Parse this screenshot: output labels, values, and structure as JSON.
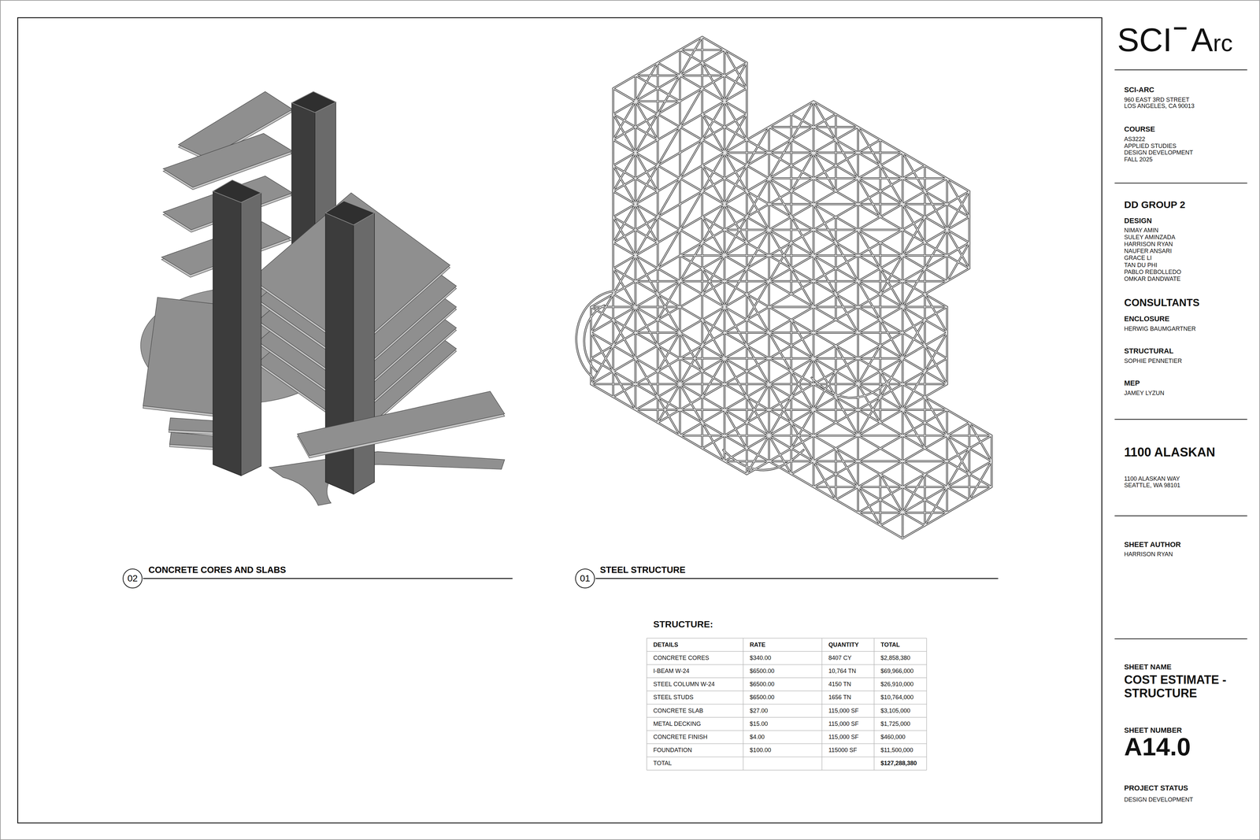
{
  "diagram": {
    "nodes": [
      {
        "text": [
          "02",
          "CONCRETE CORES AND SLABS"
        ]
      },
      {
        "text": [
          "01",
          "STEEL STRUCTURE"
        ]
      }
    ],
    "labels": [
      "SCI",
      "Arc",
      "SCI-ARC",
      "960 EAST 3RD STREET",
      "LOS ANGELES, CA 90013",
      "COURSE",
      "AS3222",
      "APPLIED STUDIES",
      "DESIGN DEVELOPMENT",
      "FALL 2025",
      "DD GROUP 2",
      "DESIGN",
      "NIMAY AMIN",
      "SULEY AMINZADA",
      "HARRISON RYAN",
      "NAUFER ANSARI",
      "GRACE LI",
      "TAN DU PHI",
      "PABLO REBOLLEDO",
      "OMKAR DANDWATE",
      "CONSULTANTS",
      "ENCLOSURE",
      "HERWIG BAUMGARTNER",
      "STRUCTURAL",
      "SOPHIE PENNETIER",
      "MEP",
      "JAMEY LYZUN",
      "1100 ALASKAN",
      "1100 ALASKAN WAY",
      "SEATTLE, WA 98101",
      "SHEET AUTHOR",
      "HARRISON RYAN",
      "SHEET NAME",
      "COST ESTIMATE - STRUCTURE",
      "SHEET NUMBER",
      "A14.0",
      "PROJECT STATUS",
      "DESIGN DEVELOPMENT",
      "STRUCTURE:",
      "DETAILS",
      "RATE",
      "QUANTITY",
      "TOTAL",
      "CONCRETE CORES",
      "$340.00",
      "8407 CY",
      "$2,858,380",
      "I-BEAM W-24",
      "$6500.00",
      "10,764 TN",
      "$69,966,000",
      "STEEL COLUMN W-24",
      "$6500.00",
      "4150 TN",
      "$26,910,000",
      "STEEL STUDS",
      "$6500.00",
      "1656 TN",
      "$10,764,000",
      "CONCRETE SLAB",
      "$27.00",
      "115,000 SF",
      "$3,105,000",
      "METAL DECKING",
      "$15.00",
      "115,000 SF",
      "$1,725,000",
      "CONCRETE FINISH",
      "$4.00",
      "115,000 SF",
      "$460,000",
      "FOUNDATION",
      "$100.00",
      "115000 SF",
      "$11,500,000",
      "TOTAL",
      "$127,288,380"
    ]
  }
}
